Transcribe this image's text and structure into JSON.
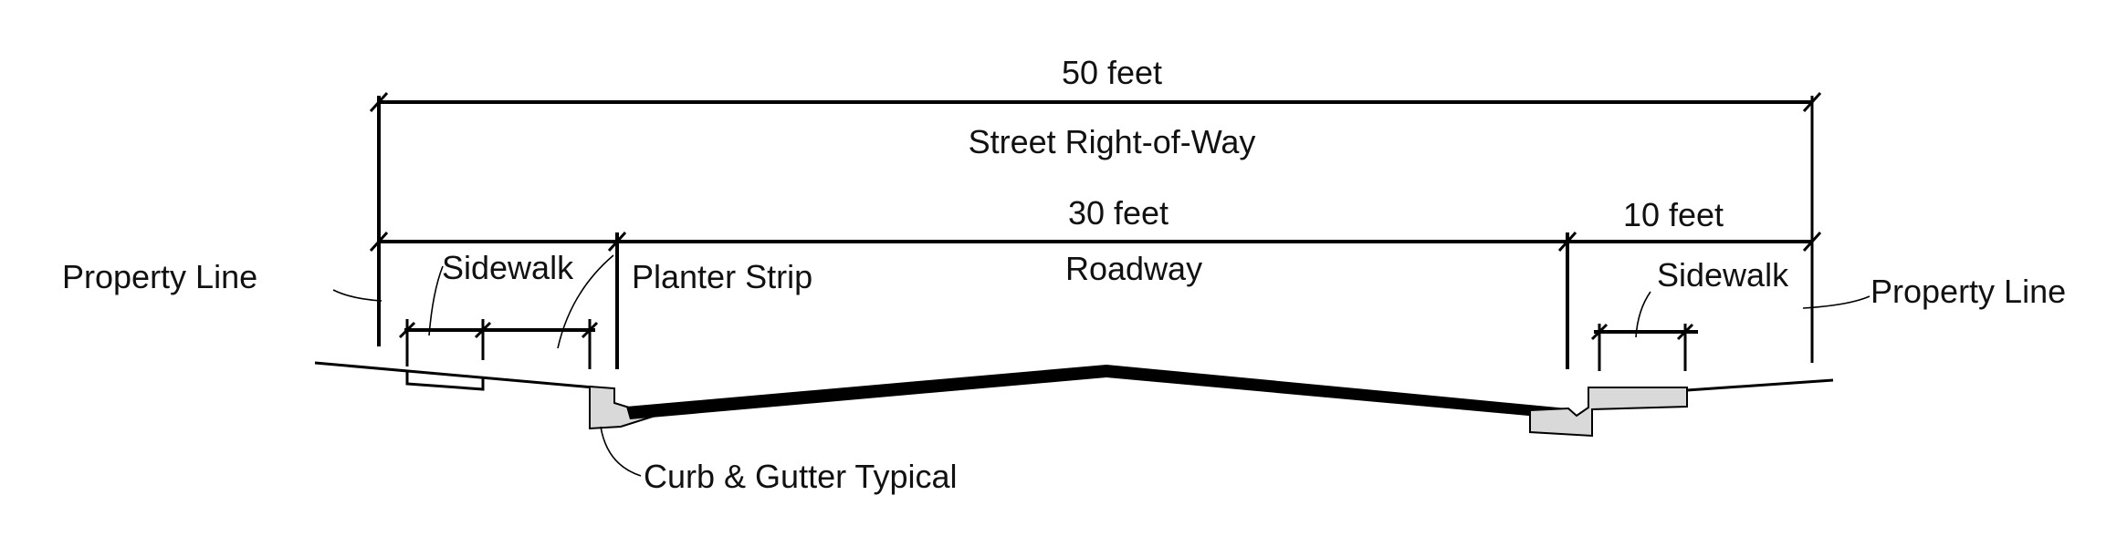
{
  "dimensions": {
    "overall_width": "50 feet",
    "overall_label": "Street Right-of-Way",
    "roadway_width": "30 feet",
    "roadway_label": "Roadway",
    "right_side_width": "10 feet"
  },
  "labels": {
    "property_line_left": "Property Line",
    "property_line_right": "Property Line",
    "sidewalk_left": "Sidewalk",
    "sidewalk_right": "Sidewalk",
    "planter_strip": "Planter Strip",
    "curb_gutter": "Curb & Gutter Typical"
  },
  "colors": {
    "line": "#000000",
    "concrete_fill": "#d9d9d9",
    "background": "#ffffff"
  }
}
